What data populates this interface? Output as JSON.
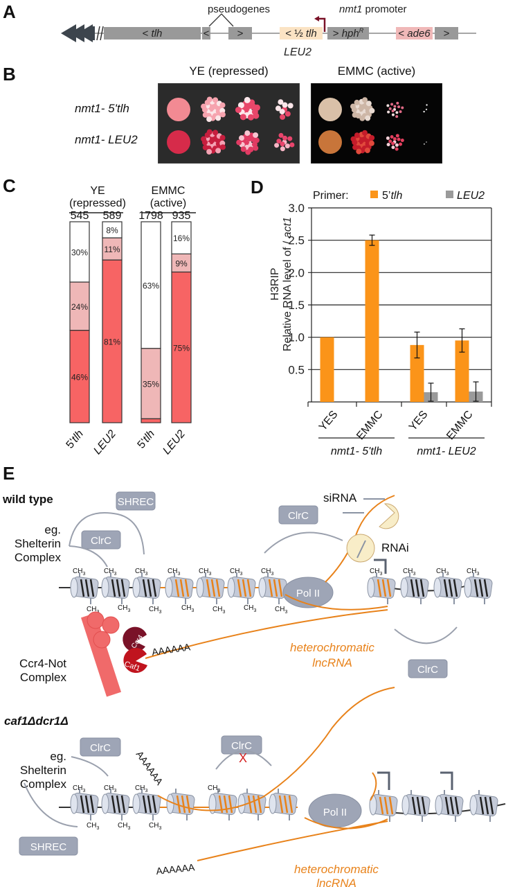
{
  "panelA": {
    "letter": "A",
    "pseudogenes_label": "pseudogenes",
    "promoter_label_italic": "nmt1",
    "promoter_label_rest": " promoter",
    "genes": [
      {
        "label_pre": "< ",
        "label_it": "tlh",
        "label_post": "",
        "color": "#999999"
      },
      {
        "label_pre": "<",
        "label_it": "",
        "label_post": "",
        "color": "#999999"
      },
      {
        "label_pre": ">",
        "label_it": "",
        "label_post": "",
        "color": "#999999"
      },
      {
        "label_pre": "< ½ ",
        "label_it": "tlh",
        "label_post": "",
        "color": "#fbe3c4"
      },
      {
        "label_pre": "> ",
        "label_it": "hph",
        "label_post": "R",
        "color": "#999999"
      },
      {
        "label_pre": "< ",
        "label_it": "ade6",
        "label_post": "",
        "color": "#f0b8b8"
      },
      {
        "label_pre": ">",
        "label_it": "",
        "label_post": "",
        "color": "#999999"
      }
    ],
    "leu2_label": "LEU2",
    "promoter_color": "#7a1228"
  },
  "panelB": {
    "letter": "B",
    "plates": [
      {
        "title": "YE (repressed)",
        "bg": "#2b2b2b"
      },
      {
        "title": "EMMC (active)",
        "bg": "#050505"
      }
    ],
    "rows": [
      {
        "prefix": "nmt1",
        "suffix": "- 5'tlh"
      },
      {
        "prefix": "nmt1",
        "suffix": "- LEU2"
      }
    ]
  },
  "panelC": {
    "letter": "C",
    "groups": [
      {
        "line1": "YE",
        "line2": "(repressed)"
      },
      {
        "line1": "EMMC",
        "line2": "(active)"
      }
    ]
  },
  "panelD": {
    "letter": "D"
  },
  "panelE": {
    "letter": "E",
    "wild_type": {
      "title": "wild type",
      "shelterin": [
        "eg.",
        "Shelterin",
        "Complex"
      ],
      "shrec": "SHREC",
      "clrc_labels": [
        "ClrC",
        "ClrC",
        "ClrC"
      ],
      "sirna": "siRNA",
      "rnai": "RNAi",
      "pol2": "Pol II",
      "ccr4not": [
        "Ccr4-Not",
        "Complex"
      ],
      "ccr4": "Ccr4",
      "caf1": "Caf1",
      "polyA": "AAAAAA",
      "lncrna": [
        "heterochromatic",
        "lncRNA"
      ],
      "methyl": "CH3"
    },
    "mutant": {
      "title": "caf1Δdcr1Δ",
      "shelterin": [
        "eg.",
        "Shelterin",
        "Complex"
      ],
      "shrec": "SHREC",
      "clrc_labels": [
        "ClrC",
        "ClrC"
      ],
      "block_mark": "X",
      "pol2": "Pol II",
      "polyA": [
        "AAAAAA",
        "AAAAAA"
      ],
      "lncrna": [
        "heterochromatic",
        "lncRNA"
      ]
    },
    "colors": {
      "rna": "#e8821a",
      "complex_box": "#9ea5b6",
      "ccr4not": "#f06a6a",
      "ccr4": "#7a1228",
      "caf1": "#c0141e",
      "block": "#d42020"
    }
  },
  "chart_data": [
    {
      "type": "bar",
      "title": "Colony color distribution (stacked %)",
      "categories": [
        "5'tlh",
        "LEU2",
        "5'tlh",
        "LEU2"
      ],
      "groups": [
        "YE (repressed)",
        "YE (repressed)",
        "EMMC (active)",
        "EMMC (active)"
      ],
      "totals": [
        545,
        589,
        1798,
        935
      ],
      "series": [
        {
          "name": "red",
          "color": "#f76464",
          "values": [
            46,
            81,
            2,
            75
          ]
        },
        {
          "name": "pink",
          "color": "#efb7b7",
          "values": [
            24,
            11,
            35,
            9
          ]
        },
        {
          "name": "white",
          "color": "#ffffff",
          "values": [
            30,
            8,
            63,
            16
          ]
        }
      ],
      "stacked": true,
      "ylim": [
        0,
        100
      ]
    },
    {
      "type": "bar",
      "title": "",
      "legend_title": "Primer:",
      "legend": [
        "5'tlh",
        "LEU2"
      ],
      "legend_position": "top",
      "ylabel_lines": [
        "H3RIP",
        "Relative RNA level of / act1"
      ],
      "categories": [
        "YES",
        "EMMC",
        "YES",
        "EMMC"
      ],
      "category_groups": [
        {
          "prefix": "nmt1",
          "suffix": "- 5'tlh",
          "members": [
            0,
            1
          ]
        },
        {
          "prefix": "nmt1",
          "suffix": "- LEU2",
          "members": [
            2,
            3
          ]
        }
      ],
      "series": [
        {
          "name": "5'tlh",
          "color": "#fb9419",
          "values": [
            1.0,
            2.5,
            0.88,
            0.95
          ],
          "errors": [
            0.0,
            0.08,
            0.2,
            0.18
          ]
        },
        {
          "name": "LEU2",
          "color": "#9a9a9a",
          "values": [
            null,
            null,
            0.15,
            0.16
          ],
          "errors": [
            null,
            null,
            0.14,
            0.15
          ]
        }
      ],
      "yticks": [
        "0.5",
        "1.0",
        "1.5",
        "2.0",
        "2.5",
        "3.0"
      ],
      "ylim": [
        0,
        3.0
      ],
      "grid": true
    }
  ]
}
